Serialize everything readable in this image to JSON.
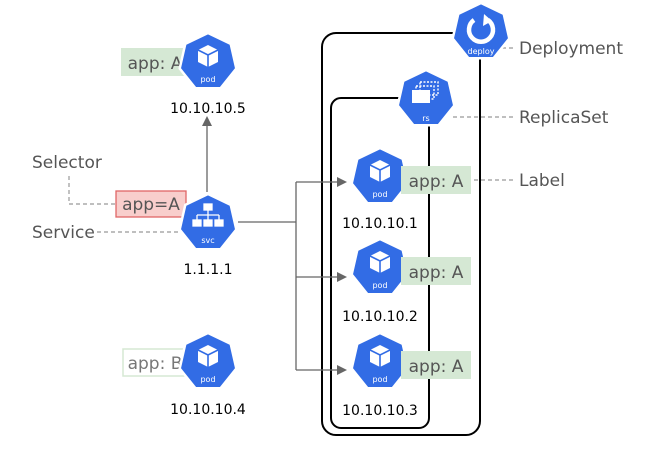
{
  "annotations": {
    "deployment": "Deployment",
    "replicaset": "ReplicaSet",
    "label": "Label",
    "selector": "Selector",
    "service": "Service"
  },
  "service": {
    "icon_text": "svc",
    "ip": "1.1.1.1",
    "selector": "app=A"
  },
  "deploy_icon_text": "deploy",
  "rs_icon_text": "rs",
  "pods": {
    "top": {
      "icon_text": "pod",
      "label": "app: A",
      "ip": "10.10.10.5"
    },
    "bottom": {
      "icon_text": "pod",
      "label": "app: B",
      "ip": "10.10.10.4"
    },
    "rs1": {
      "icon_text": "pod",
      "label": "app: A",
      "ip": "10.10.10.1"
    },
    "rs2": {
      "icon_text": "pod",
      "label": "app: A",
      "ip": "10.10.10.2"
    },
    "rs3": {
      "icon_text": "pod",
      "label": "app: A",
      "ip": "10.10.10.3"
    }
  },
  "colors": {
    "k8s_blue": "#326ce5",
    "label_green": "#d5e8d4",
    "selector_red_fill": "#f8cecc",
    "selector_red_stroke": "#e06666",
    "annotation_gray": "#666666"
  }
}
